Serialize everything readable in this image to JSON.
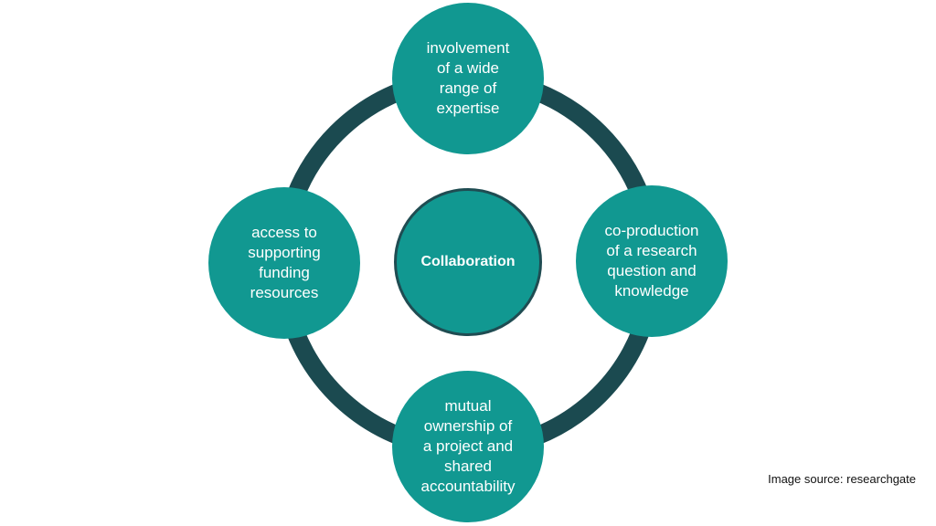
{
  "diagram": {
    "center_label": "Collaboration",
    "nodes": {
      "top": "involvement\nof a wide\nrange of\nexpertise",
      "right": "co-production\nof a research\nquestion and\nknowledge",
      "bottom": "mutual\nownership of\na project and\nshared\naccountability",
      "left": "access to\nsupporting\nfunding\nresources"
    },
    "colors": {
      "node_fill": "#119891",
      "ring": "#1b4a50",
      "center_border": "#1f4c52",
      "text": "#ffffff"
    }
  },
  "footer": {
    "source_note": "Image source: researchgate"
  }
}
